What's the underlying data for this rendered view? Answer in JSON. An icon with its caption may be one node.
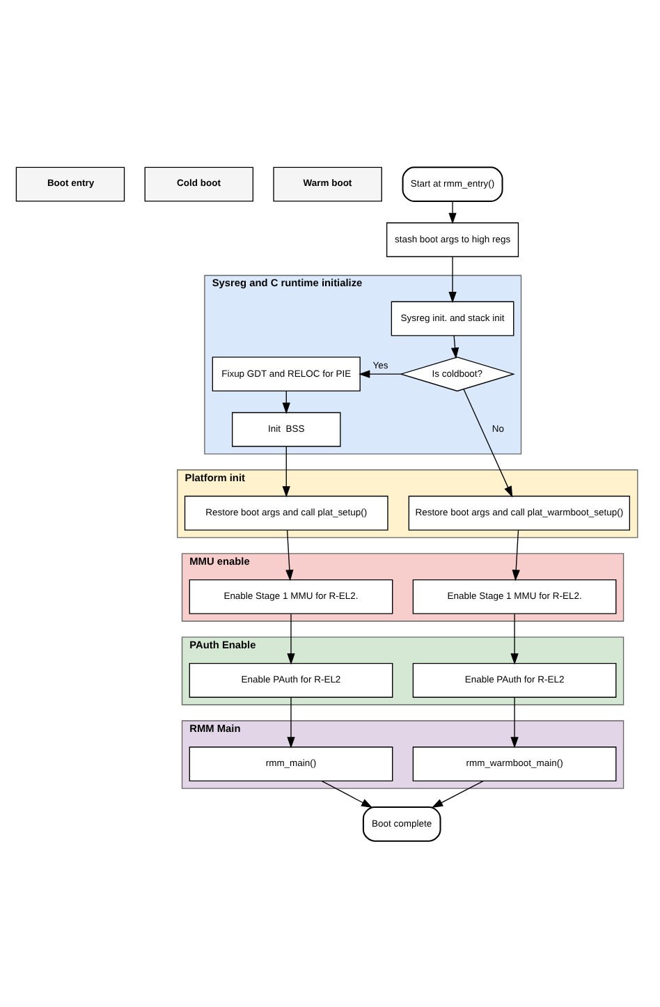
{
  "diagram": {
    "nodes": [
      {
        "text": [
          "Boot entry"
        ]
      },
      {
        "text": [
          "Cold boot"
        ]
      },
      {
        "text": [
          "Warm boot"
        ]
      },
      {
        "text": [
          "Start at rmm_entry()"
        ]
      },
      {
        "text": [
          "stash boot args to high regs"
        ]
      },
      {
        "text": [
          "Sysreg and C runtime initialize"
        ]
      },
      {
        "text": [
          "Sysreg init. and stack init"
        ],
        "in": 5
      },
      {
        "text": [
          "Is coldboot?"
        ],
        "in": 5
      },
      {
        "text": [
          "Fixup GDT and RELOC for PIE"
        ],
        "in": 5
      },
      {
        "text": [
          "Init  BSS"
        ],
        "in": 5
      },
      {
        "text": [
          "Platform init"
        ]
      },
      {
        "text": [
          "Restore boot args and call plat_setup()"
        ],
        "in": 10
      },
      {
        "text": [
          "Restore boot args and call plat_warmboot_setup()"
        ],
        "in": 10
      },
      {
        "text": [
          "MMU enable"
        ]
      },
      {
        "text": [
          "Enable Stage 1 MMU for R-EL2."
        ],
        "in": 13
      },
      {
        "text": [
          "Enable Stage 1 MMU for R-EL2."
        ],
        "in": 13
      },
      {
        "text": [
          "PAuth Enable"
        ]
      },
      {
        "text": [
          "Enable PAuth for R-EL2"
        ],
        "in": 16
      },
      {
        "text": [
          "Enable PAuth for R-EL2"
        ],
        "in": 16
      },
      {
        "text": [
          "RMM Main"
        ]
      },
      {
        "text": [
          "rmm_main()"
        ],
        "in": 19
      },
      {
        "text": [
          "rmm_warmboot_main()"
        ],
        "in": 19
      },
      {
        "text": [
          "Boot complete"
        ]
      }
    ],
    "edges": [
      {
        "from": 3,
        "to": 4,
        "arrow": "to"
      },
      {
        "from": 4,
        "to": 6,
        "arrow": "to"
      },
      {
        "from": 6,
        "to": 7,
        "arrow": "to"
      },
      {
        "from": 7,
        "to": 8,
        "arrow": "to",
        "label": "Yes"
      },
      {
        "from": 8,
        "to": 9,
        "arrow": "to"
      },
      {
        "from": 9,
        "to": 11,
        "arrow": "to"
      },
      {
        "from": 7,
        "to": 12,
        "arrow": "to",
        "label": "No"
      },
      {
        "from": 11,
        "to": 14,
        "arrow": "to"
      },
      {
        "from": 12,
        "to": 15,
        "arrow": "to"
      },
      {
        "from": 14,
        "to": 17,
        "arrow": "to"
      },
      {
        "from": 15,
        "to": 18,
        "arrow": "to"
      },
      {
        "from": 17,
        "to": 20,
        "arrow": "to"
      },
      {
        "from": 18,
        "to": 21,
        "arrow": "to"
      },
      {
        "from": 20,
        "to": 22,
        "arrow": "to"
      },
      {
        "from": 21,
        "to": 22,
        "arrow": "to"
      }
    ]
  }
}
